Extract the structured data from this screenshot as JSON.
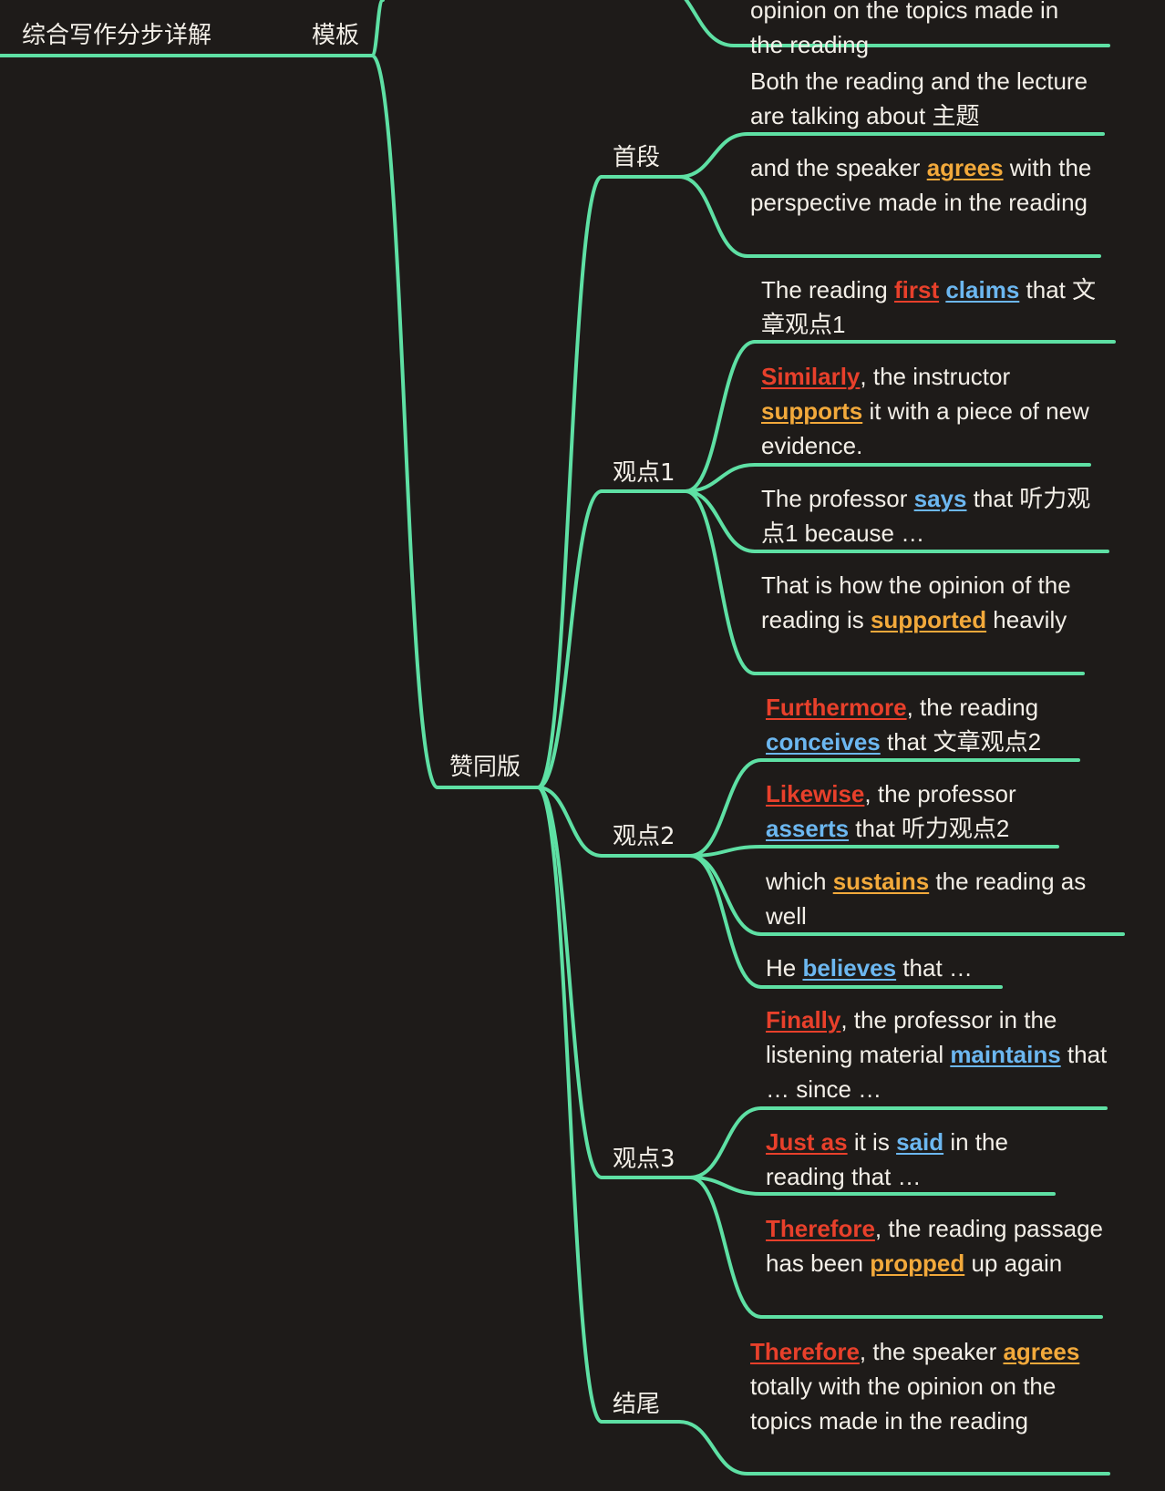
{
  "colors": {
    "background": "#1e1b19",
    "line": "#5ee0a4",
    "text": "#f3efe8",
    "red": "#e8402b",
    "blue": "#6cb7f0",
    "orange": "#f2a93b"
  },
  "root": {
    "label": "综合写作分步详解",
    "template_label": "模板"
  },
  "hub": {
    "label": "赞同版"
  },
  "branches": [
    {
      "id": "b0",
      "label": "首段",
      "items": [
        {
          "segs": [
            {
              "t": "Both the reading and the lecture are talking about 主题"
            }
          ]
        },
        {
          "segs": [
            {
              "t": "and the speaker "
            },
            {
              "t": "agrees",
              "kw": "orange"
            },
            {
              "t": " with the perspective made in the reading"
            }
          ]
        }
      ]
    },
    {
      "id": "b1",
      "label": "观点1",
      "items": [
        {
          "segs": [
            {
              "t": "The reading "
            },
            {
              "t": "first",
              "kw": "red"
            },
            {
              "t": " "
            },
            {
              "t": "claims",
              "kw": "blue"
            },
            {
              "t": " that 文章观点1"
            }
          ]
        },
        {
          "segs": [
            {
              "t": "Similarly",
              "kw": "red"
            },
            {
              "t": ", the instructor "
            },
            {
              "t": "supports",
              "kw": "orange"
            },
            {
              "t": " it with a piece of new evidence."
            }
          ]
        },
        {
          "segs": [
            {
              "t": "The professor "
            },
            {
              "t": "says",
              "kw": "blue"
            },
            {
              "t": " that 听力观点1 because …"
            }
          ]
        },
        {
          "segs": [
            {
              "t": "That is how the opinion of the reading is "
            },
            {
              "t": "supported",
              "kw": "orange"
            },
            {
              "t": " heavily"
            }
          ]
        }
      ]
    },
    {
      "id": "b2",
      "label": "观点2",
      "items": [
        {
          "segs": [
            {
              "t": "Furthermore",
              "kw": "red"
            },
            {
              "t": ", the reading "
            },
            {
              "t": "conceives",
              "kw": "blue"
            },
            {
              "t": " that 文章观点2"
            }
          ]
        },
        {
          "segs": [
            {
              "t": "Likewise",
              "kw": "red"
            },
            {
              "t": ", the professor "
            },
            {
              "t": "asserts",
              "kw": "blue"
            },
            {
              "t": " that 听力观点2"
            }
          ]
        },
        {
          "segs": [
            {
              "t": "which "
            },
            {
              "t": "sustains",
              "kw": "orange"
            },
            {
              "t": " the reading as well"
            }
          ]
        },
        {
          "segs": [
            {
              "t": "He "
            },
            {
              "t": "believes",
              "kw": "blue"
            },
            {
              "t": " that …"
            }
          ]
        }
      ]
    },
    {
      "id": "b3",
      "label": "观点3",
      "items": [
        {
          "segs": [
            {
              "t": "Finally",
              "kw": "red"
            },
            {
              "t": ", the professor in the listening material "
            },
            {
              "t": "maintains",
              "kw": "blue"
            },
            {
              "t": " that … since …"
            }
          ]
        },
        {
          "segs": [
            {
              "t": "Just as",
              "kw": "red"
            },
            {
              "t": " it is "
            },
            {
              "t": "said",
              "kw": "blue"
            },
            {
              "t": " in the reading that …"
            }
          ]
        },
        {
          "segs": [
            {
              "t": "Therefore",
              "kw": "red"
            },
            {
              "t": ", the reading passage has been "
            },
            {
              "t": "propped",
              "kw": "orange"
            },
            {
              "t": " up again"
            }
          ]
        }
      ]
    },
    {
      "id": "b4",
      "label": "结尾",
      "items": [
        {
          "segs": [
            {
              "t": "Therefore",
              "kw": "red"
            },
            {
              "t": ", the speaker "
            },
            {
              "t": "agrees",
              "kw": "orange"
            },
            {
              "t": " totally with the opinion on the topics made in the reading"
            }
          ]
        }
      ]
    }
  ],
  "top_cutoff": {
    "segs": [
      {
        "t": "opinion on the topics made in the reading"
      }
    ]
  }
}
